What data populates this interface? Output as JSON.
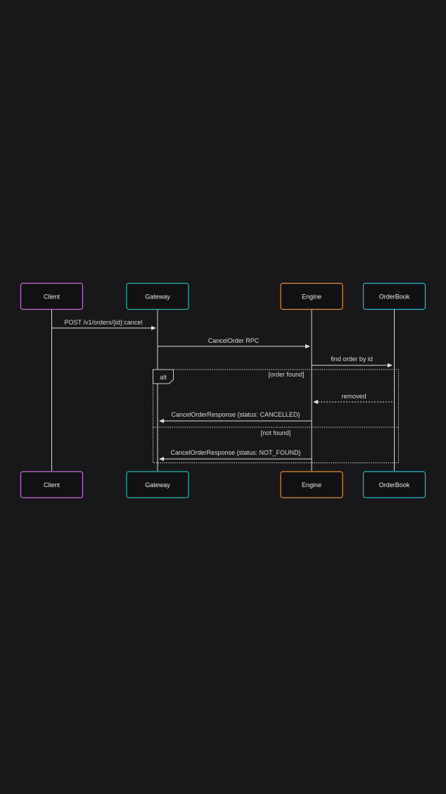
{
  "participants": [
    {
      "id": "client",
      "label": "Client",
      "color": "#c86bd6"
    },
    {
      "id": "gateway",
      "label": "Gateway",
      "color": "#2bb5a8"
    },
    {
      "id": "engine",
      "label": "Engine",
      "color": "#e38a3c"
    },
    {
      "id": "orderbook",
      "label": "OrderBook",
      "color": "#2ab8c9"
    }
  ],
  "messages": [
    {
      "from": "client",
      "to": "gateway",
      "label": "POST /v1/orders/{id}:cancel",
      "style": "solid"
    },
    {
      "from": "gateway",
      "to": "engine",
      "label": "CancelOrder RPC",
      "style": "solid"
    },
    {
      "from": "engine",
      "to": "orderbook",
      "label": "find order by id",
      "style": "solid"
    },
    {
      "from": "orderbook",
      "to": "engine",
      "label": "removed",
      "style": "dashed"
    },
    {
      "from": "engine",
      "to": "gateway",
      "label": "CancelOrderResponse {status: CANCELLED}",
      "style": "solid"
    },
    {
      "from": "engine",
      "to": "gateway",
      "label": "CancelOrderResponse {status: NOT_FOUND}",
      "style": "solid"
    }
  ],
  "fragment": {
    "operator": "alt",
    "branches": [
      {
        "guard": "[order found]"
      },
      {
        "guard": "[not found]"
      }
    ]
  }
}
